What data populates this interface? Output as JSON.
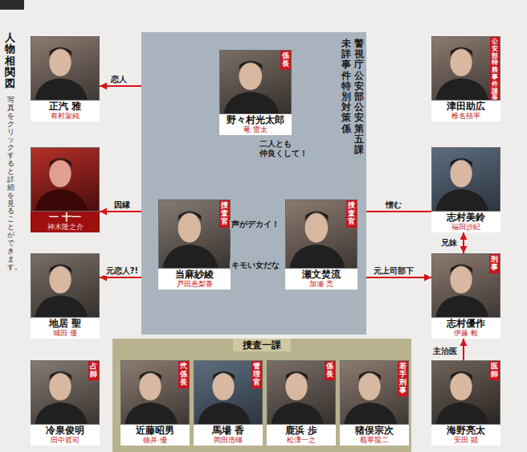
{
  "diagram": {
    "title": "人物相関図",
    "nodes": [
      {
        "text": [
          "正汽 雅",
          "有村架純"
        ]
      },
      {
        "text": [
          "警視庁公安部公安第五課",
          "未詳事件特別対策係"
        ]
      },
      {
        "text": [
          "係長",
          "野々村光太郎",
          "竜 雷太"
        ],
        "in": 1
      },
      {
        "text": [
          "公安部特務事件課長",
          "津田助広",
          "椎名桔平"
        ]
      },
      {
        "text": [
          "一 十一",
          "神木隆之介"
        ]
      },
      {
        "text": [
          "捜査官",
          "当麻紗綾",
          "戸田恵梨香"
        ],
        "in": 1
      },
      {
        "text": [
          "捜査官",
          "瀬文焚流",
          "加瀬 亮"
        ],
        "in": 1
      },
      {
        "text": [
          "志村美鈴",
          "福田沙紀"
        ]
      },
      {
        "text": [
          "地居 聖",
          "城田 優"
        ]
      },
      {
        "text": [
          "刑事",
          "志村優作",
          "伊藤 毅"
        ]
      },
      {
        "text": [
          "捜査一課"
        ]
      },
      {
        "text": [
          "占師",
          "冷泉俊明",
          "田中哲司"
        ]
      },
      {
        "text": [
          "弐係長",
          "近藤昭男",
          "徳井 優"
        ],
        "in": 10
      },
      {
        "text": [
          "管理官",
          "馬場 香",
          "岡田浩暉"
        ],
        "in": 10
      },
      {
        "text": [
          "係長",
          "鹿浜 歩",
          "松澤一之"
        ],
        "in": 10
      },
      {
        "text": [
          "若手刑事",
          "猪俣宗次",
          "載寧龍二"
        ],
        "in": 10
      },
      {
        "text": [
          "医師",
          "海野亮太",
          "安田 顕"
        ]
      }
    ],
    "edges": [
      {
        "from": 0,
        "to": 2,
        "label": "恋人",
        "arrow": "both"
      },
      {
        "from": 4,
        "to": 5,
        "label": "因縁",
        "arrow": "both"
      },
      {
        "from": 8,
        "to": 5,
        "label": "元恋人?!",
        "arrow": "both"
      },
      {
        "from": 2,
        "to": 5,
        "label": "二人とも 仲良くして！",
        "arrow": "to"
      },
      {
        "from": 2,
        "to": 6,
        "arrow": "to"
      },
      {
        "from": 5,
        "to": 6,
        "label": "声がデカイ！",
        "arrow": "to"
      },
      {
        "from": 6,
        "to": 5,
        "label": "キモい女だな",
        "arrow": "to"
      },
      {
        "from": 7,
        "to": 6,
        "label": "憎む",
        "arrow": "to"
      },
      {
        "from": 7,
        "to": 9,
        "label": "兄妹",
        "arrow": "both"
      },
      {
        "from": 6,
        "to": 9,
        "label": "元上司部下",
        "arrow": "both"
      },
      {
        "from": 16,
        "to": 9,
        "label": "主治医",
        "arrow": "to"
      }
    ],
    "labels": [
      "写真をクリックすると詳細を見ることができます。"
    ]
  }
}
